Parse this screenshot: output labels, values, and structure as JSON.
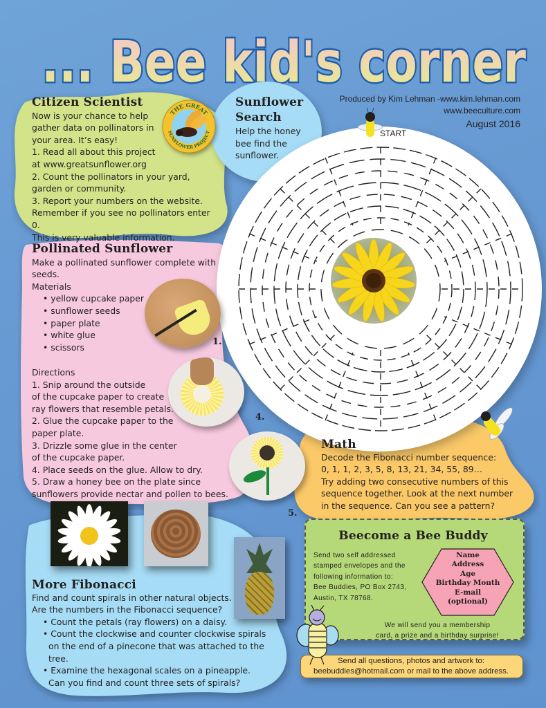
{
  "page": {
    "title": "... Bee kid's corner",
    "background_color": "#6799d2"
  },
  "credits": {
    "produced_by": "Produced by Kim Lehman -www.kim.lehman.com",
    "website": "www.beeculture.com",
    "date": "August 2016"
  },
  "citizen_scientist": {
    "heading": "Citizen Scientist",
    "lines": [
      "Now is your chance to help",
      "gather data on pollinators in",
      "your area. It’s easy!",
      "1. Read all about this project",
      "at www.greatsunflower.org",
      "2. Count the pollinators in your yard,",
      "garden or community.",
      "3. Report your numbers on the website.",
      "Remember if you see no pollinators enter 0.",
      "This is very valuable information."
    ],
    "logo_text_top": "THE GREAT",
    "logo_text_bottom": "SUNFLOWER PROJECT",
    "color": "#d3e38a"
  },
  "sunflower_search": {
    "heading_line1": "Sunflower",
    "heading_line2": "Search",
    "lines": [
      "Help the honey",
      "bee find the",
      "sunflower."
    ],
    "start_label": "START",
    "color": "#a6dcf5"
  },
  "pollinated_sunflower": {
    "heading": "Pollinated Sunflower",
    "intro_lines": [
      "Make a pollinated sunflower complete with",
      "seeds."
    ],
    "materials_label": "Materials",
    "materials": [
      "yellow cupcake paper",
      "sunflower seeds",
      "paper plate",
      "white glue",
      "scissors"
    ],
    "directions_label": "Directions",
    "directions": [
      "1. Snip around the outside",
      "of the cupcake paper to create",
      "ray flowers that resemble petals.",
      "2. Glue the cupcake paper to the",
      "paper plate.",
      "3. Drizzle some glue in the center",
      "of the cupcake paper.",
      "4. Place seeds on the glue. Allow to dry.",
      "5. Draw a honey bee on the plate since",
      "sunflowers provide nectar and pollen to bees."
    ],
    "step_labels": [
      "1.",
      "4.",
      "5."
    ],
    "color": "#f7c9de"
  },
  "math": {
    "heading": "Math",
    "lines": [
      "Decode the Fibonacci number sequence:",
      "0, 1, 1, 2, 3, 5, 8, 13, 21, 34, 55, 89…",
      "Try adding two consecutive numbers of this",
      "sequence together. Look at the next number",
      "in the sequence. Can you see a pattern?"
    ],
    "color": "#fbc968"
  },
  "bee_buddy": {
    "heading": "Beecome a Bee Buddy",
    "lines": [
      "Send two self addressed",
      "stamped envelopes and the",
      "following information to:",
      "Bee Buddies, PO Box 2743,",
      "Austin, TX 78768."
    ],
    "info_fields": [
      "Name",
      "Address",
      "Age",
      "Birthday Month",
      "E-mail",
      "(optional)"
    ],
    "footer_lines": [
      "We will send you a membership",
      "card, a prize and a birthday surprise!"
    ],
    "contact_lines": [
      "Send all questions, photos and artwork to:",
      "beebuddies@hotmail.com or mail to the above address."
    ],
    "color": "#b5d878",
    "hex_color": "#f5a3b5",
    "contact_color": "#fcd77a"
  },
  "more_fibonacci": {
    "heading": "More Fibonacci",
    "intro_lines": [
      "Find and count spirals in other natural objects.",
      "Are the numbers in the Fibonacci sequence?"
    ],
    "bullets": [
      "Count the petals (ray flowers) on a daisy.",
      "Count the clockwise and counter clockwise spirals on the end of a pinecone that was attached to the tree.",
      "Examine the hexagonal scales on a pineapple. Can you find and count three sets of spirals?"
    ],
    "color": "#a6dcf5"
  },
  "icons": {
    "logo": "great-sunflower-project-logo",
    "bee_start": "bee-icon",
    "bee_flying": "bee-icon",
    "cartoon_bee": "cartoon-bee-icon"
  }
}
